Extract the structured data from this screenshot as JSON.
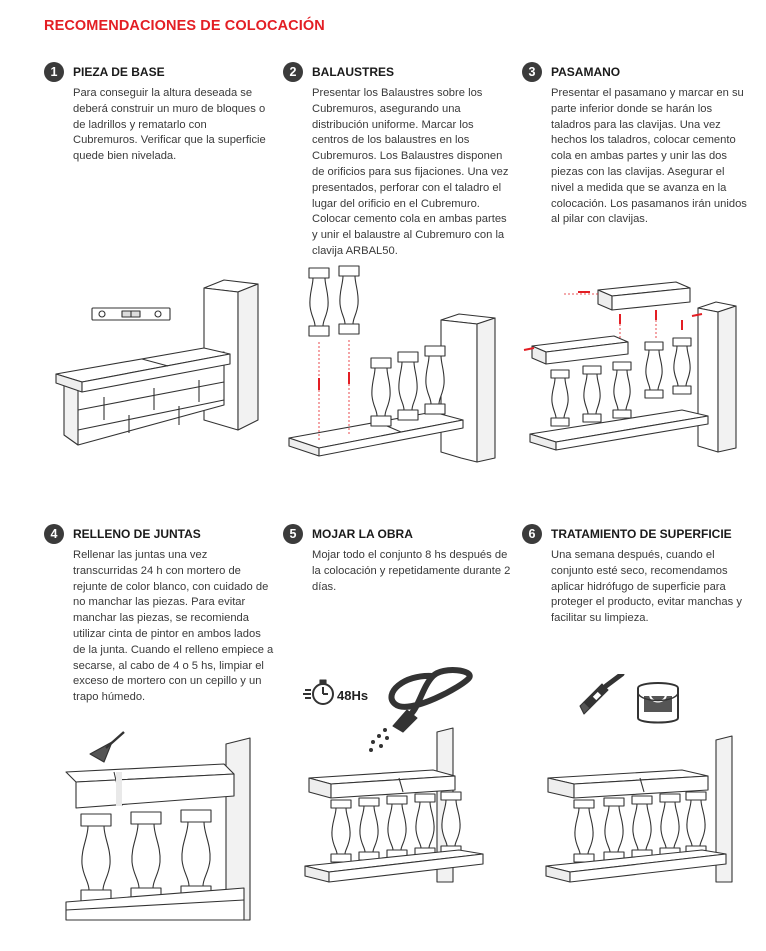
{
  "page_title": "RECOMENDACIONES DE COLOCACIÓN",
  "steps": [
    {
      "number": "1",
      "title": "PIEZA DE BASE",
      "body": "Para conseguir la altura deseada se deberá construir un muro de bloques o de ladrillos y rematarlo con Cubremuros. Verificar que la superficie quede bien nivelada."
    },
    {
      "number": "2",
      "title": "BALAUSTRES",
      "body": "Presentar los Balaustres sobre los Cubremuros, asegurando una distribución uniforme. Marcar los centros de los balaustres en los Cubremuros. Los Balaustres disponen de orificios para sus fijaciones. Una vez presentados, perforar con el taladro el lugar del orificio en el Cubremuro. Colocar cemento cola en ambas partes y unir el balaustre al Cubremuro con la clavija ARBAL50."
    },
    {
      "number": "3",
      "title": "PASAMANO",
      "body": "Presentar el pasamano y marcar en su parte inferior donde se harán los taladros para las clavijas. Una vez hechos los taladros, colocar cemento cola en ambas partes y unir las dos piezas con las clavijas. Asegurar el nivel a medida que se avanza en la colocación. Los pasamanos irán unidos al pilar con clavijas."
    },
    {
      "number": "4",
      "title": "RELLENO DE JUNTAS",
      "body": "Rellenar las juntas una vez transcurridas 24 h con mortero de rejunte de color blanco, con cuidado de no manchar las piezas. Para evitar manchar las piezas, se recomienda utilizar cinta de pintor en ambos lados de la junta. Cuando el relleno empiece a secarse, al cabo de 4 o 5 hs, limpiar el exceso de mortero con un cepillo y un trapo húmedo."
    },
    {
      "number": "5",
      "title": "MOJAR LA OBRA",
      "body": "Mojar todo el conjunto 8 hs después de la colocación y repetidamente durante 2 días."
    },
    {
      "number": "6",
      "title": "TRATAMIENTO DE SUPERFICIE",
      "body": "Una semana después, cuando el conjunto esté seco, recomendamos aplicar hidrófugo de superficie para proteger el producto, evitar manchas y facilitar su limpieza."
    }
  ],
  "timer_label": "48Hs",
  "colors": {
    "accent": "#e31e24",
    "badge": "#3b3b3b",
    "line": "#333333"
  },
  "icons": [
    "level-tool-icon",
    "trowel-icon",
    "stopwatch-icon",
    "hose-nozzle-icon",
    "paint-brush-icon",
    "paint-can-icon"
  ]
}
